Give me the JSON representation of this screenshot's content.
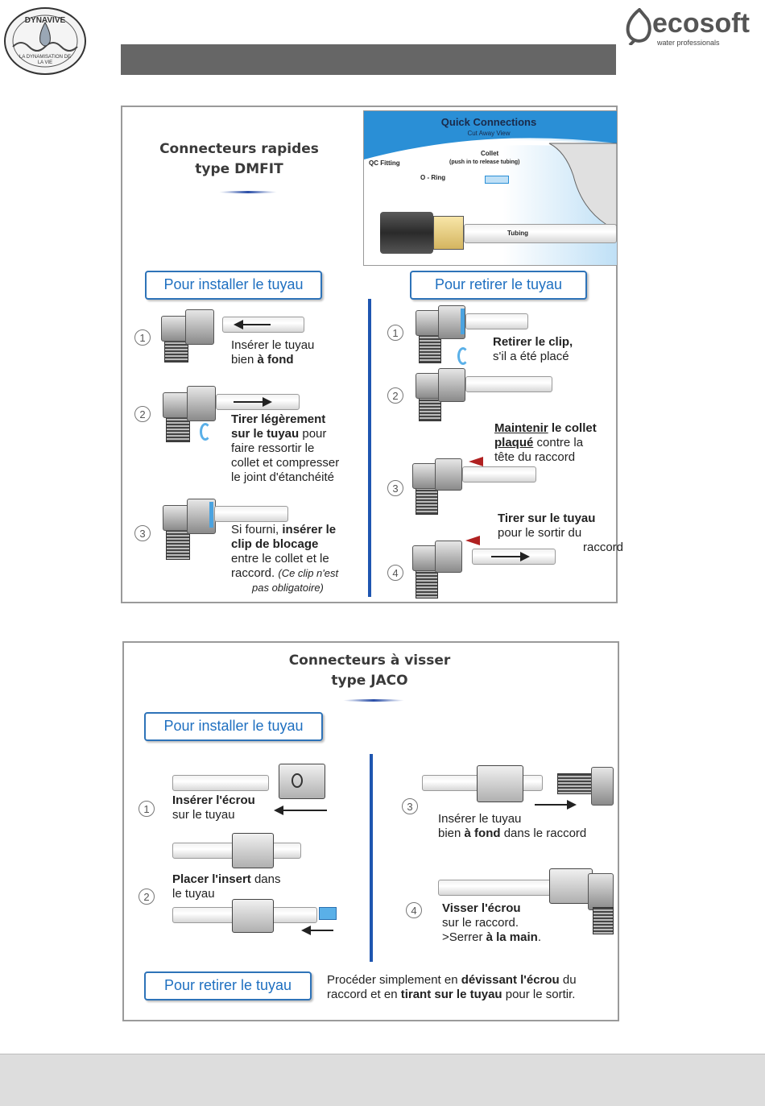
{
  "logos": {
    "dynavive": {
      "name": "DYNAVIVE",
      "tagline": "LA DYNAMISATION DE LA VIE"
    },
    "ecosoft": {
      "name": "ecosoft",
      "tagline": "water professionals"
    }
  },
  "dmfit": {
    "title_line1": "Connecteurs rapides",
    "title_line2": "type DMFIT",
    "diagram": {
      "title": "Quick Connections",
      "subtitle": "Cut Away View",
      "labels": {
        "qc_fitting": "QC Fitting",
        "o_ring": "O - Ring",
        "collet": "Collet",
        "collet_note": "(push in to release tubing)",
        "tubing": "Tubing"
      }
    },
    "install": {
      "button": "Pour installer le tuyau",
      "step1": {
        "num": "1",
        "t1": "Insérer le tuyau",
        "t2a": "bien ",
        "t2b": "à fond"
      },
      "step2": {
        "num": "2",
        "b1": "Tirer légèrement",
        "b2": "sur le tuyau",
        "t2": " pour",
        "t3": "faire ressortir le",
        "t4": "collet et compresser",
        "t5": "le joint d'étanchéité"
      },
      "step3": {
        "num": "3",
        "t1a": "Si fourni, ",
        "t1b": "insérer le",
        "b2": "clip de blocage",
        "t3": "entre le collet et le",
        "t4a": "raccord. ",
        "t4b": "(Ce clip n'est",
        "t5": "pas obligatoire)"
      }
    },
    "remove": {
      "button": "Pour retirer le tuyau",
      "step1": {
        "num": "1",
        "b1": "Retirer le clip,",
        "t2": "s'il a été placé"
      },
      "step2": {
        "num": "2"
      },
      "step3": {
        "num": "3",
        "u1": "Maintenir",
        "t1": " le collet",
        "u2": "plaqué",
        "t2": " contre la",
        "t3": "tête du raccord"
      },
      "step4": {
        "num": "4",
        "b1": "Tirer sur le tuyau",
        "t2": "pour le sortir du",
        "t3": "raccord"
      }
    }
  },
  "jaco": {
    "title_line1": "Connecteurs à visser",
    "title_line2": "type JACO",
    "install": {
      "button": "Pour installer le tuyau",
      "step1": {
        "num": "1",
        "b1": "Insérer l'écrou",
        "t2": "sur le tuyau"
      },
      "step2": {
        "num": "2",
        "b1": "Placer l'insert",
        "t1": " dans",
        "t2": "le tuyau"
      },
      "step3": {
        "num": "3",
        "t1": "Insérer le tuyau",
        "t2a": "bien ",
        "t2b": "à fond",
        "t2c": " dans le raccord"
      },
      "step4": {
        "num": "4",
        "b1": "Visser l'écrou",
        "t2": "sur le raccord.",
        "t3a": ">Serrer ",
        "t3b": "à la main",
        "t3c": "."
      }
    },
    "remove": {
      "button": "Pour retirer le tuyau",
      "l1a": "Procéder simplement en ",
      "l1b": "dévissant l'écrou",
      "l1c": " du",
      "l2a": "raccord et en ",
      "l2b": "tirant sur le tuyau",
      "l2c": " pour le sortir."
    }
  }
}
